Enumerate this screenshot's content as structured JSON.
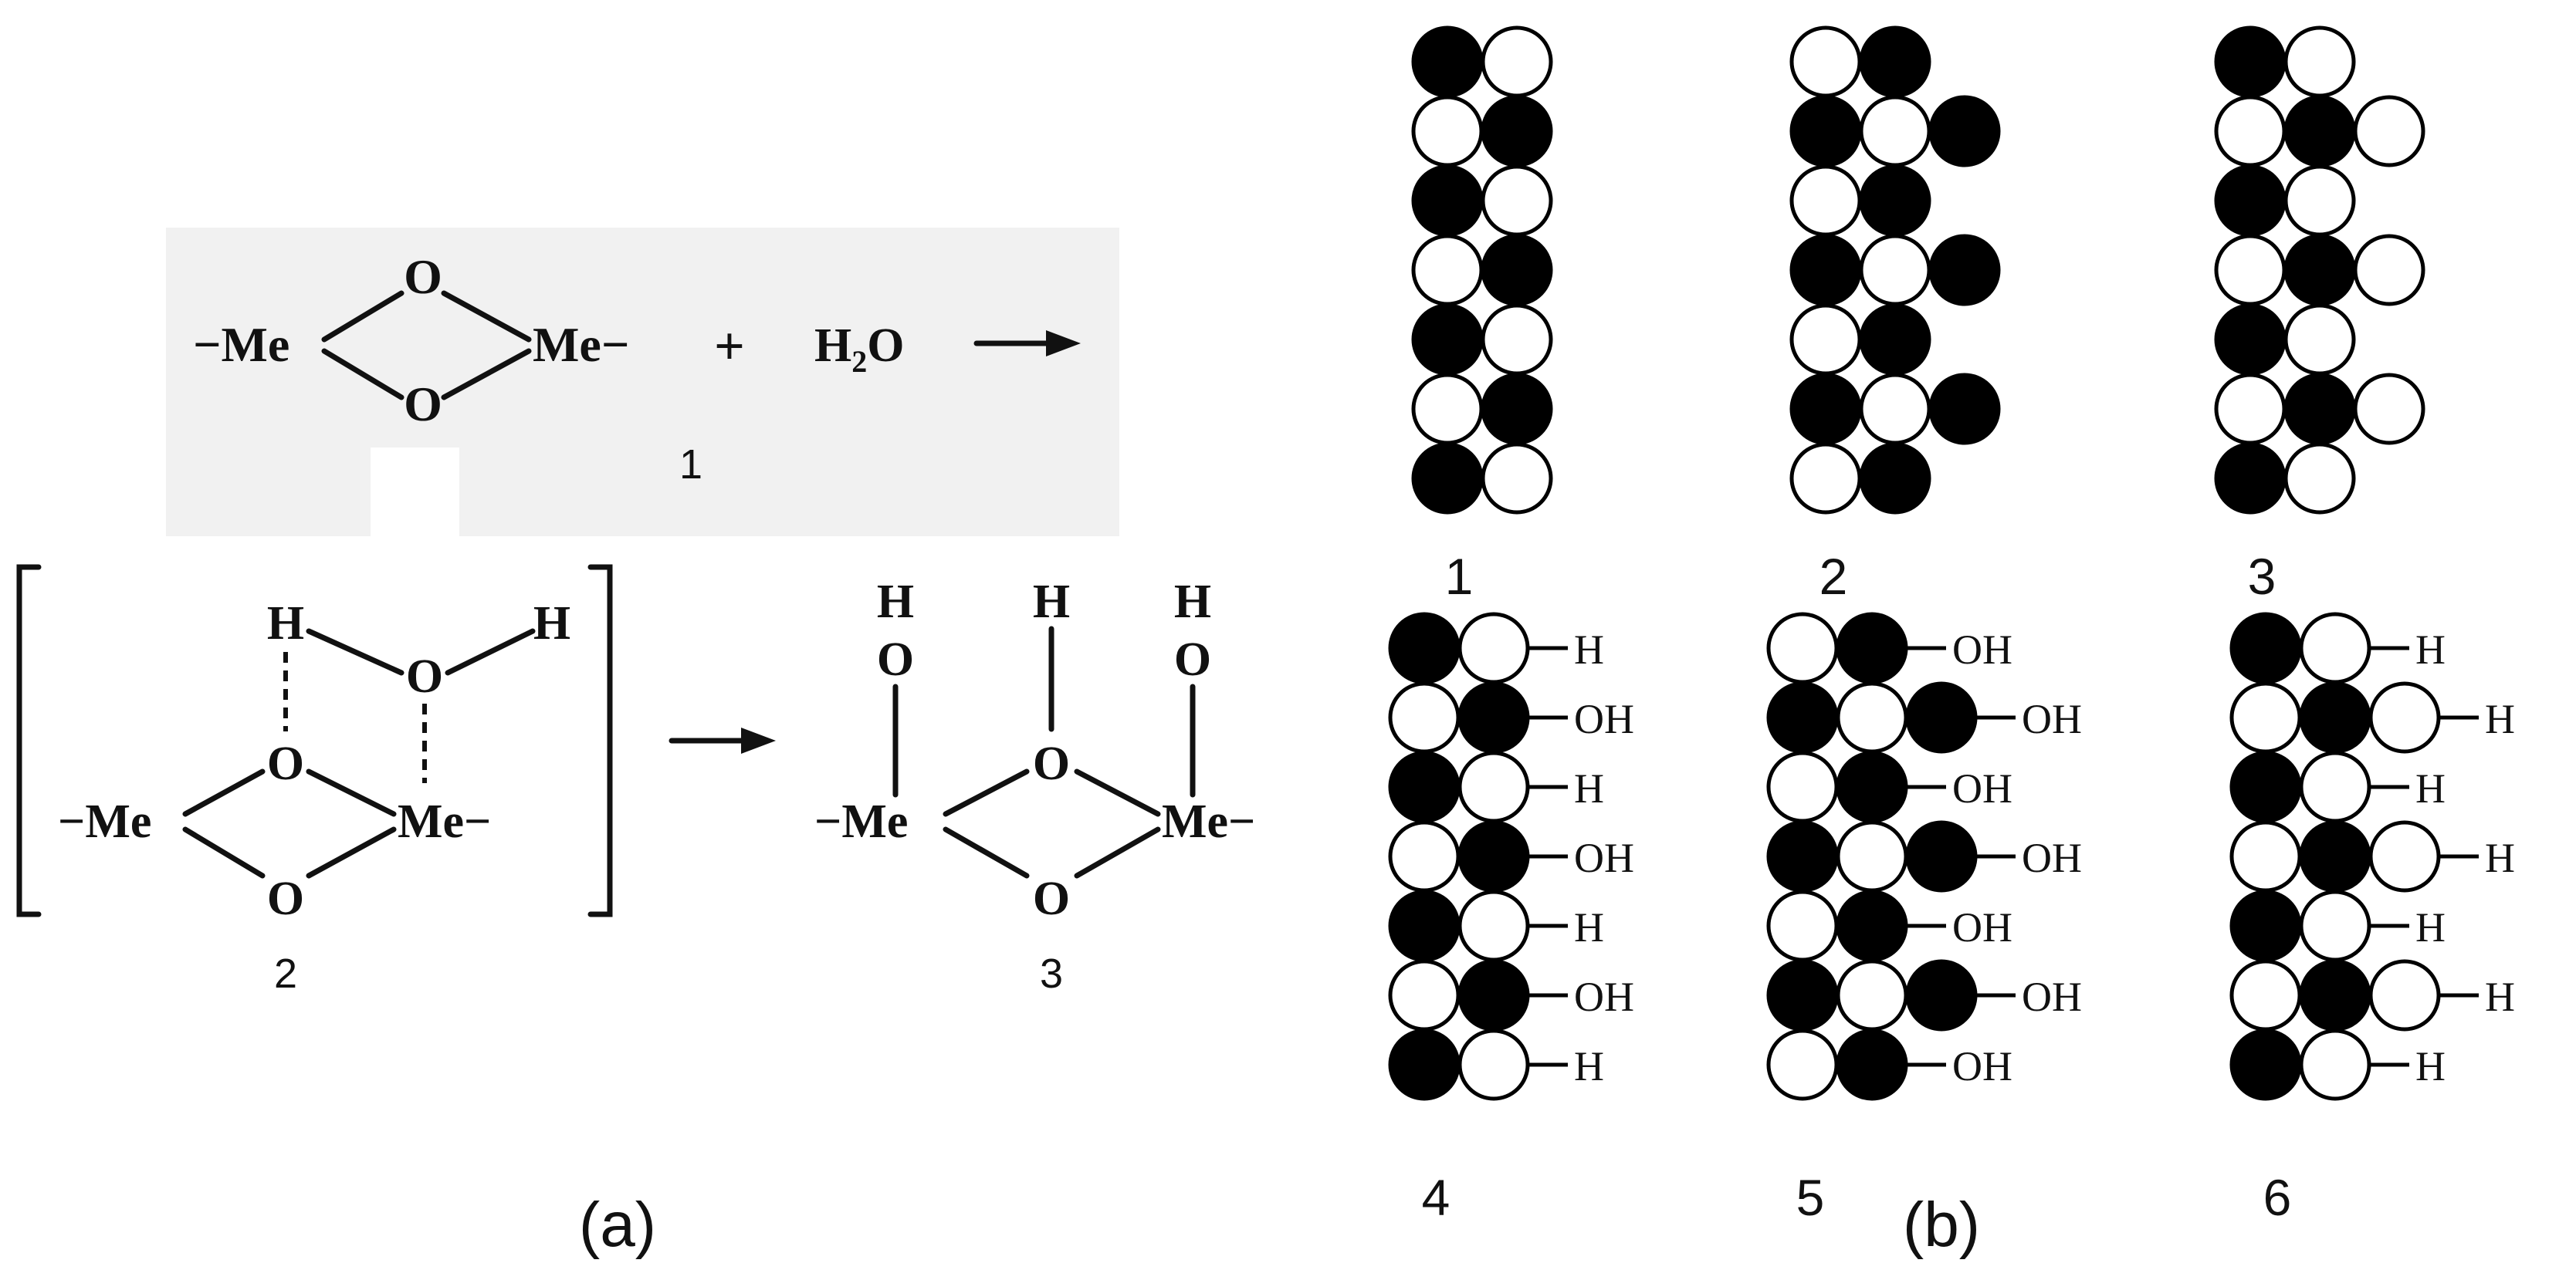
{
  "panel_a": {
    "caption": "(a)",
    "reaction": {
      "me_left": "−Me",
      "me_right": "Me−",
      "oxygen": "O",
      "plus": "+",
      "water_h": "H",
      "water_sub": "2",
      "water_o": "O",
      "arrow": "⟶",
      "label": "1"
    },
    "intermediate": {
      "h_left": "H",
      "h_right": "H",
      "o_water": "O",
      "o_top": "O",
      "o_bottom": "O",
      "me_left": "−Me",
      "me_right": "Me−",
      "label": "2"
    },
    "product": {
      "h": "H",
      "o": "O",
      "me_left": "−Me",
      "me_right": "Me−",
      "label": "3"
    }
  },
  "panel_b": {
    "caption": "(b)",
    "structure_labels": [
      "1",
      "2",
      "3",
      "4",
      "5",
      "6"
    ],
    "group_h": "H",
    "group_oh": "OH",
    "colors": {
      "metal_atom": "#000000",
      "oxygen_atom": "#ffffff"
    }
  }
}
